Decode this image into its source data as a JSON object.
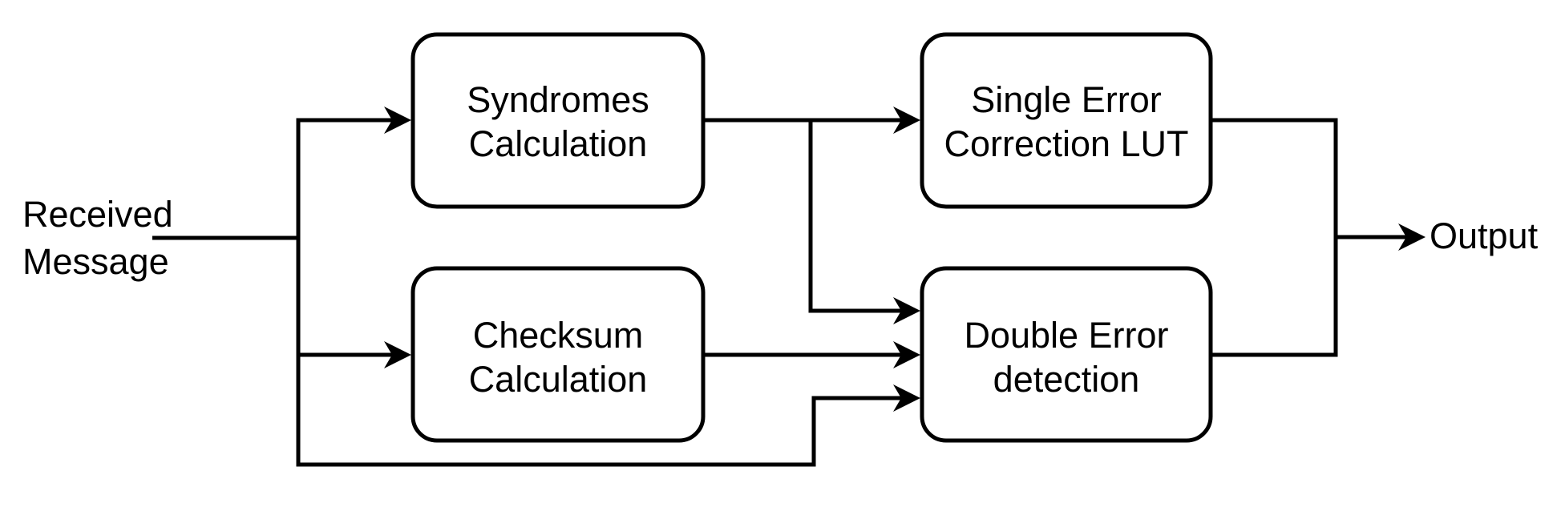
{
  "diagram": {
    "type": "block-diagram",
    "description": "Error correction decoder block diagram",
    "colors": {
      "background": "#ffffff",
      "stroke": "#000000",
      "text": "#000000"
    },
    "nodes": {
      "received_message": {
        "label": "Received Message",
        "lines": [
          "Received",
          "Message"
        ],
        "kind": "input-label"
      },
      "syndromes": {
        "label": "Syndromes Calculation",
        "lines": [
          "Syndromes",
          "Calculation"
        ],
        "kind": "process-box"
      },
      "checksum": {
        "label": "Checksum Calculation",
        "lines": [
          "Checksum",
          "Calculation"
        ],
        "kind": "process-box"
      },
      "seclut": {
        "label": "Single Error Correction LUT",
        "lines": [
          "Single Error",
          "Correction LUT"
        ],
        "kind": "process-box"
      },
      "ded": {
        "label": "Double Error detection",
        "lines": [
          "Double Error",
          "detection"
        ],
        "kind": "process-box"
      },
      "output": {
        "label": "Output",
        "lines": [
          "Output"
        ],
        "kind": "output-label"
      }
    },
    "edges": [
      {
        "from": "received_message",
        "to": "syndromes"
      },
      {
        "from": "received_message",
        "to": "checksum"
      },
      {
        "from": "received_message",
        "to": "ded",
        "note": "bypass line along bottom"
      },
      {
        "from": "syndromes",
        "to": "seclut"
      },
      {
        "from": "syndromes",
        "to": "ded"
      },
      {
        "from": "checksum",
        "to": "ded"
      },
      {
        "from": "seclut",
        "to": "output"
      },
      {
        "from": "ded",
        "to": "output"
      }
    ]
  }
}
